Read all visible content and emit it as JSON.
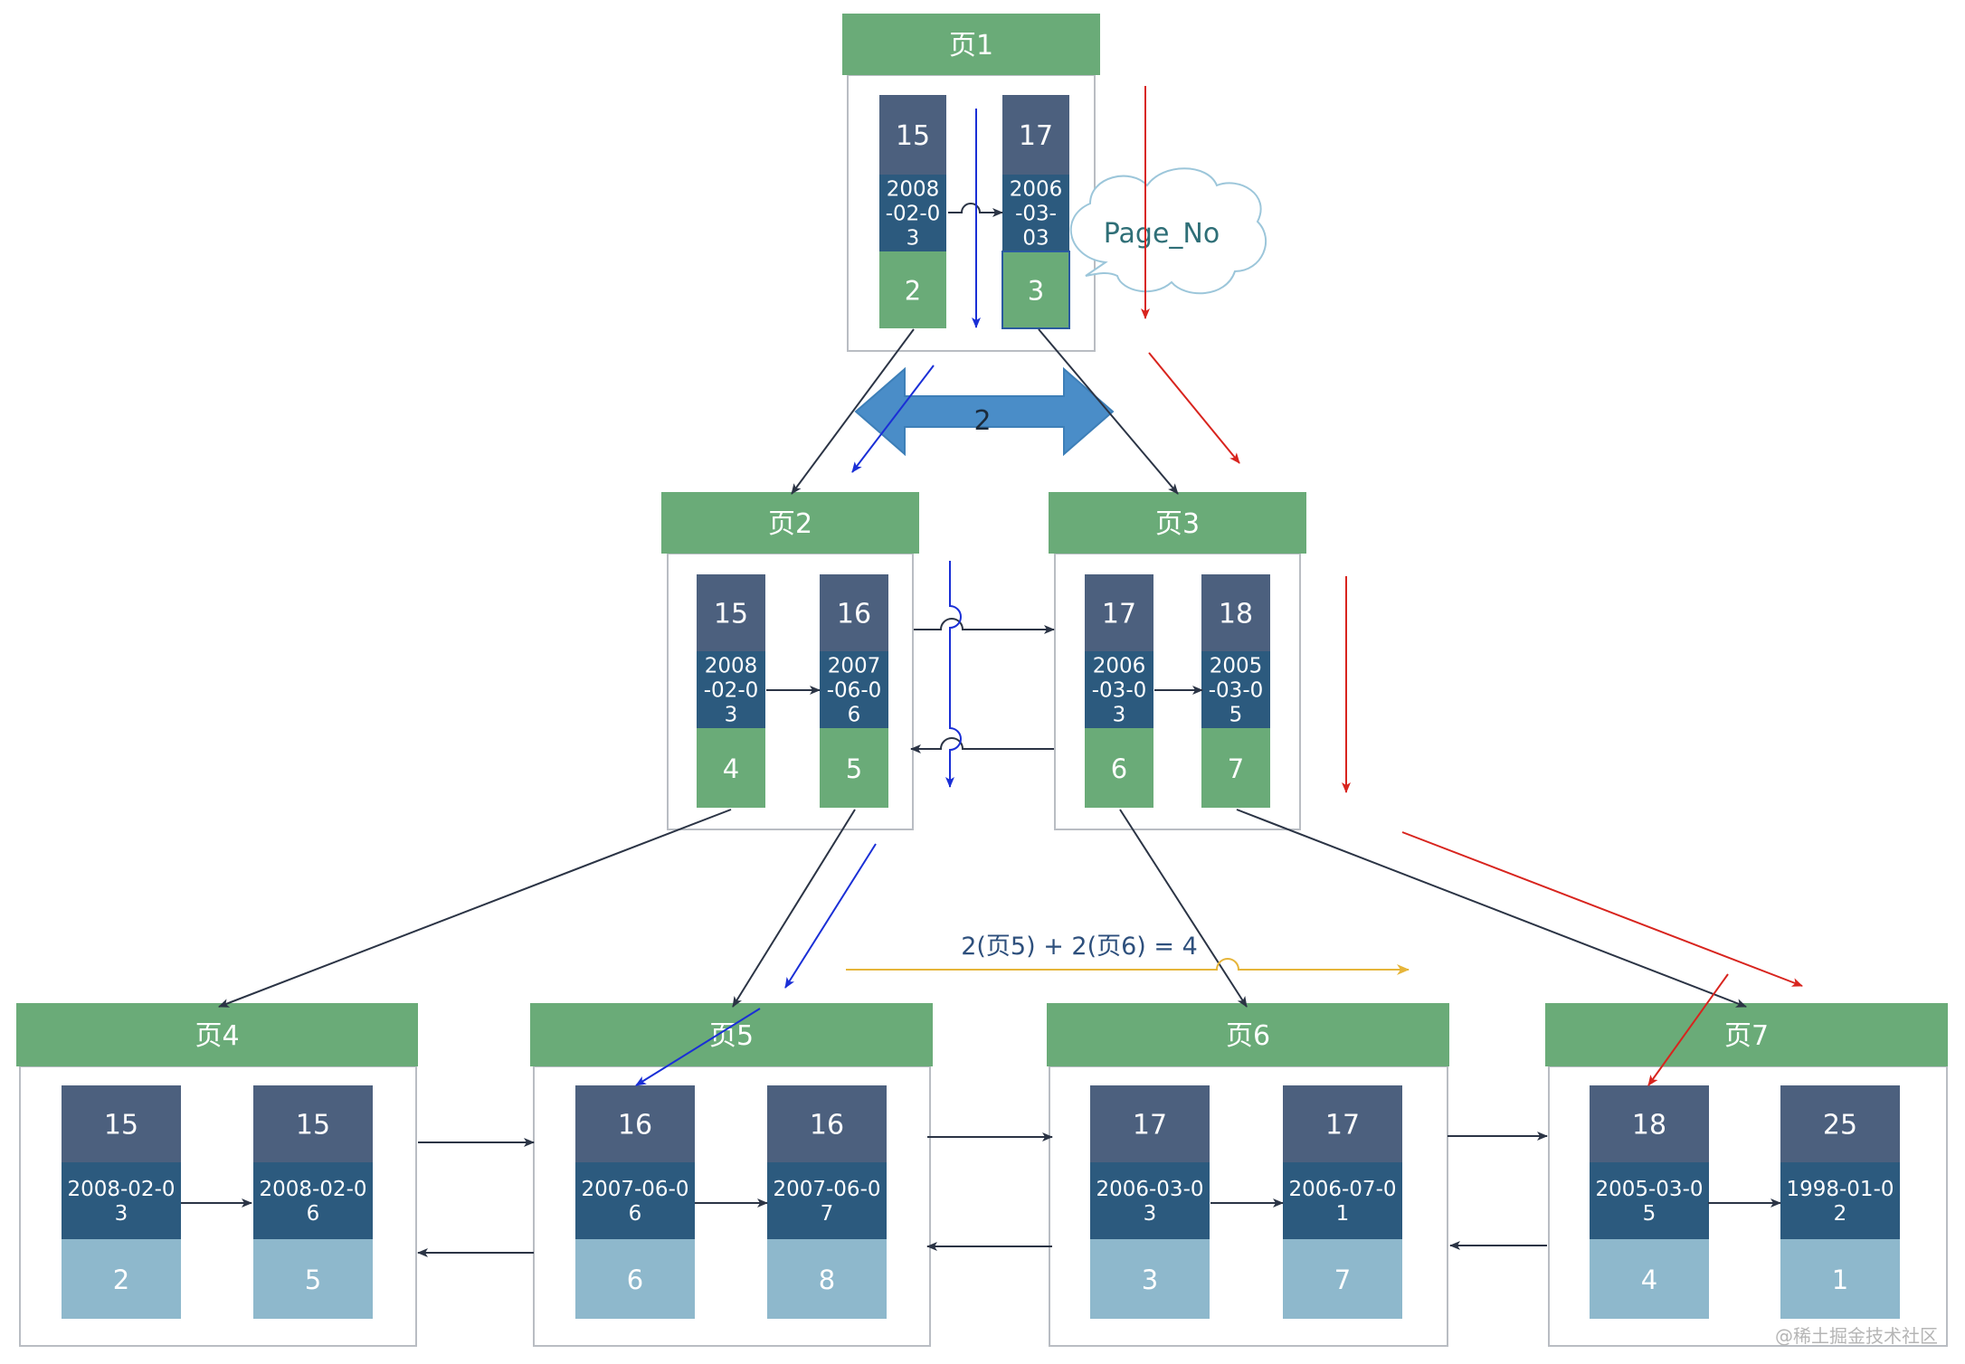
{
  "pages": {
    "p1": {
      "title": "页1",
      "cells": [
        {
          "key": "15",
          "date": [
            "2008",
            "-02-0",
            "3"
          ],
          "ptr": "2"
        },
        {
          "key": "17",
          "date": [
            "2006",
            "-03-",
            "03"
          ],
          "ptr": "3"
        }
      ]
    },
    "p2": {
      "title": "页2",
      "cells": [
        {
          "key": "15",
          "date": [
            "2008",
            "-02-0",
            "3"
          ],
          "ptr": "4"
        },
        {
          "key": "16",
          "date": [
            "2007",
            "-06-0",
            "6"
          ],
          "ptr": "5"
        }
      ]
    },
    "p3": {
      "title": "页3",
      "cells": [
        {
          "key": "17",
          "date": [
            "2006",
            "-03-0",
            "3"
          ],
          "ptr": "6"
        },
        {
          "key": "18",
          "date": [
            "2005",
            "-03-0",
            "5"
          ],
          "ptr": "7"
        }
      ]
    },
    "p4": {
      "title": "页4",
      "cells": [
        {
          "key": "15",
          "date": [
            "2008-02-0",
            "3"
          ],
          "ptr": "2"
        },
        {
          "key": "15",
          "date": [
            "2008-02-0",
            "6"
          ],
          "ptr": "5"
        }
      ]
    },
    "p5": {
      "title": "页5",
      "cells": [
        {
          "key": "16",
          "date": [
            "2007-06-0",
            "6"
          ],
          "ptr": "6"
        },
        {
          "key": "16",
          "date": [
            "2007-06-0",
            "7"
          ],
          "ptr": "8"
        }
      ]
    },
    "p6": {
      "title": "页6",
      "cells": [
        {
          "key": "17",
          "date": [
            "2006-03-0",
            "3"
          ],
          "ptr": "3"
        },
        {
          "key": "17",
          "date": [
            "2006-07-0",
            "1"
          ],
          "ptr": "7"
        }
      ]
    },
    "p7": {
      "title": "页7",
      "cells": [
        {
          "key": "18",
          "date": [
            "2005-03-0",
            "5"
          ],
          "ptr": "4"
        },
        {
          "key": "25",
          "date": [
            "1998-01-0",
            "2"
          ],
          "ptr": "1"
        }
      ]
    }
  },
  "callout": "Page_No",
  "range_arrow_label": "2",
  "sum_label": "2(页5) + 2(页6) = 4",
  "watermark": "@稀土掘金技术社区",
  "colors": {
    "header_green": "#6aab78",
    "key_slate": "#4c607e",
    "date_blue": "#2c5a7e",
    "ptr_green": "#6aab78",
    "ptr_leaf": "#8eb8cc",
    "arrow_dark": "#2b3445",
    "arrow_blue": "#1a2fd6",
    "arrow_red": "#d8241e",
    "arrow_yellow": "#e6b53a",
    "band_blue": "#4a8dc8",
    "cloud_stroke": "#9cc6da",
    "cloud_text": "#2f6f77"
  }
}
